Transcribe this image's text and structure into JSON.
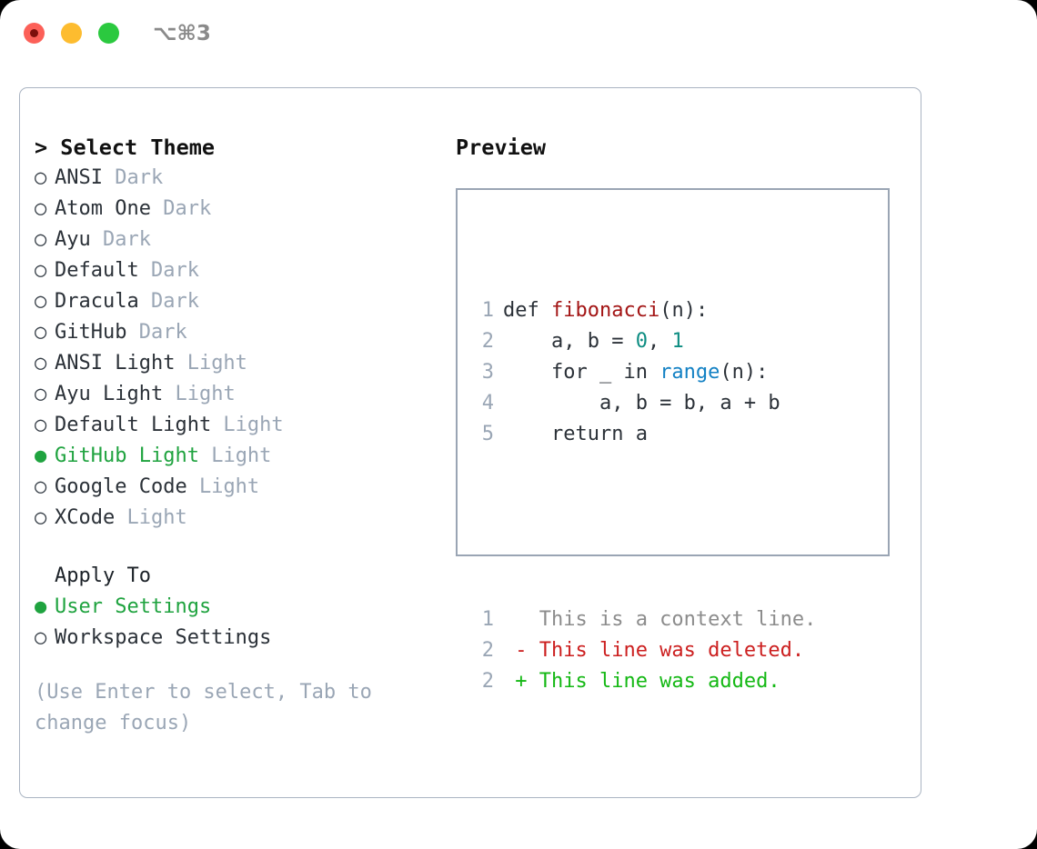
{
  "titlebar": {
    "shortcut": "⌥⌘3",
    "buttons": [
      {
        "name": "close",
        "color": "#fc6058"
      },
      {
        "name": "minimize",
        "color": "#fdbc2f"
      },
      {
        "name": "maximize",
        "color": "#2bc93f"
      }
    ]
  },
  "theme_section": {
    "caret": "> ",
    "heading": "Select Theme",
    "selected_bullet": "●",
    "unselected_bullet": "○",
    "options": [
      {
        "name": "ANSI",
        "suffix": "Dark",
        "selected": false
      },
      {
        "name": "Atom One",
        "suffix": "Dark",
        "selected": false
      },
      {
        "name": "Ayu",
        "suffix": "Dark",
        "selected": false
      },
      {
        "name": "Default",
        "suffix": "Dark",
        "selected": false
      },
      {
        "name": "Dracula",
        "suffix": "Dark",
        "selected": false
      },
      {
        "name": "GitHub",
        "suffix": "Dark",
        "selected": false
      },
      {
        "name": "ANSI Light",
        "suffix": "Light",
        "selected": false
      },
      {
        "name": "Ayu Light",
        "suffix": "Light",
        "selected": false
      },
      {
        "name": "Default Light",
        "suffix": "Light",
        "selected": false
      },
      {
        "name": "GitHub Light",
        "suffix": "Light",
        "selected": true
      },
      {
        "name": "Google Code",
        "suffix": "Light",
        "selected": false
      },
      {
        "name": "XCode",
        "suffix": "Light",
        "selected": false
      }
    ]
  },
  "apply_section": {
    "heading": "Apply To",
    "options": [
      {
        "name": "User Settings",
        "selected": true
      },
      {
        "name": "Workspace Settings",
        "selected": false
      }
    ]
  },
  "hint": "(Use Enter to select, Tab to change focus)",
  "preview": {
    "title": "Preview",
    "code_lines": [
      {
        "no": "1",
        "tokens": [
          {
            "t": "def ",
            "c": "plain"
          },
          {
            "t": "fibonacci",
            "c": "fn"
          },
          {
            "t": "(n):",
            "c": "plain"
          }
        ]
      },
      {
        "no": "2",
        "tokens": [
          {
            "t": "    a, b = ",
            "c": "plain"
          },
          {
            "t": "0",
            "c": "num"
          },
          {
            "t": ", ",
            "c": "plain"
          },
          {
            "t": "1",
            "c": "num"
          }
        ]
      },
      {
        "no": "3",
        "tokens": [
          {
            "t": "    for _ in ",
            "c": "plain"
          },
          {
            "t": "range",
            "c": "call"
          },
          {
            "t": "(n):",
            "c": "plain"
          }
        ]
      },
      {
        "no": "4",
        "tokens": [
          {
            "t": "        a, b = b, a + b",
            "c": "plain"
          }
        ]
      },
      {
        "no": "5",
        "tokens": [
          {
            "t": "    return a",
            "c": "plain"
          }
        ]
      }
    ],
    "diff_lines": [
      {
        "no": "1",
        "marker": "  ",
        "text": "This is a context line.",
        "kind": "ctx"
      },
      {
        "no": "2",
        "marker": "- ",
        "text": "This line was deleted.",
        "kind": "del"
      },
      {
        "no": "2",
        "marker": "+ ",
        "text": "This line was added.",
        "kind": "add"
      }
    ]
  },
  "colors": {
    "accent_green": "#1fa33f",
    "muted": "#9aa6b5",
    "diff_add": "#14b814",
    "diff_del": "#cc1f1f",
    "code_fn": "#a31515",
    "code_num": "#0d8d82",
    "code_call": "#1381c4"
  }
}
